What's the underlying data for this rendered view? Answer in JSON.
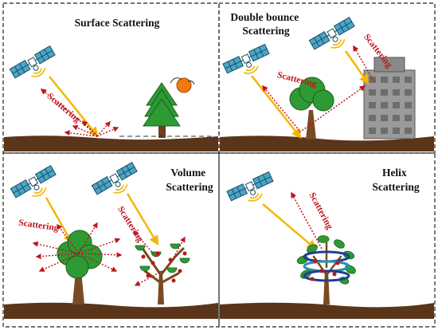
{
  "panels": [
    {
      "title_lines": [
        "Surface Scattering"
      ],
      "labels": [
        "Scattering"
      ]
    },
    {
      "title_lines": [
        "Double bounce",
        "Scattering"
      ],
      "labels": [
        "Scattering",
        "Scattering"
      ]
    },
    {
      "title_lines": [
        "Volume",
        "Scattering"
      ],
      "labels": [
        "Scattering",
        "Scattering"
      ]
    },
    {
      "title_lines": [
        "Helix",
        "Scattering"
      ],
      "labels": [
        "Scattering"
      ]
    }
  ],
  "colors": {
    "border": "#222222",
    "ground": "#5a3519",
    "beam": "#f2b705",
    "scatter_arrow": "#c0141c",
    "satellite": "#4aa6c8",
    "tree_green": "#2e9a33",
    "building": "#9a9a9a"
  }
}
